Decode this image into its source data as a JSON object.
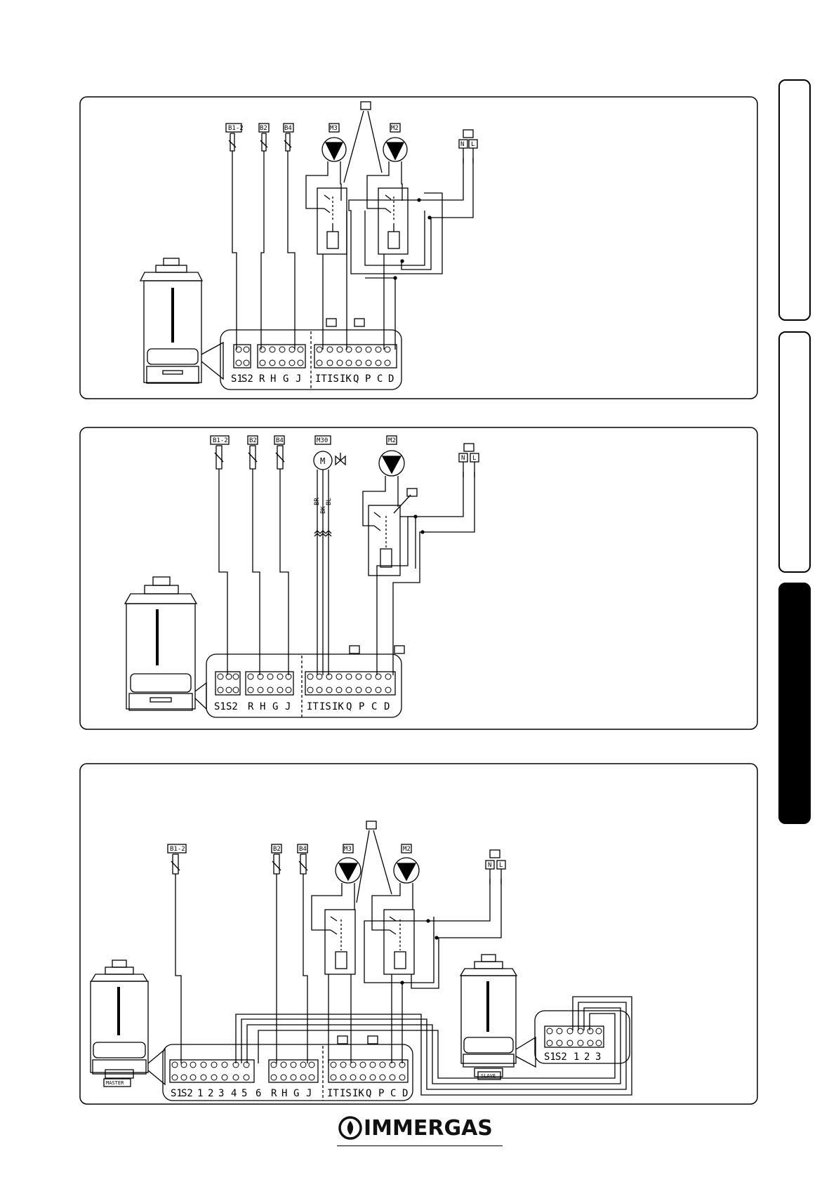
{
  "brand": {
    "name": "IMMERGAS"
  },
  "diagrams": [
    {
      "sensors": [
        "B1-2",
        "B2",
        "B4"
      ],
      "pumps": [
        "M3",
        "M2"
      ],
      "power": [
        "N",
        "L"
      ],
      "terminal_group_a": [
        "S1",
        "S2"
      ],
      "terminal_group_b": [
        "R",
        "H",
        "G",
        "J"
      ],
      "terminal_group_c": [
        "IT",
        "IS",
        "IK",
        "Q",
        "P",
        "C",
        "D"
      ]
    },
    {
      "sensors": [
        "B1-2",
        "B2",
        "B4"
      ],
      "valve_motor": "M30",
      "motor_symbol": "M",
      "wire_colors": [
        "BR",
        "BK",
        "BL"
      ],
      "pumps": [
        "M2"
      ],
      "power": [
        "N",
        "L"
      ],
      "terminal_group_a": [
        "S1",
        "S2"
      ],
      "terminal_group_b": [
        "R",
        "H",
        "G",
        "J"
      ],
      "terminal_group_c": [
        "IT",
        "IS",
        "IK",
        "Q",
        "P",
        "C",
        "D"
      ]
    },
    {
      "sensors": [
        "B1-2",
        "B2",
        "B4"
      ],
      "pumps": [
        "M3",
        "M2"
      ],
      "power": [
        "N",
        "L"
      ],
      "terminal_group_a": [
        "S1",
        "S2",
        "1",
        "2",
        "3",
        "4",
        "5",
        "6"
      ],
      "terminal_group_b": [
        "R",
        "H",
        "G",
        "J"
      ],
      "terminal_group_c": [
        "IT",
        "IS",
        "IK",
        "Q",
        "P",
        "C",
        "D"
      ],
      "master_label": "MASTER",
      "slave_label": "SLAVE",
      "slave_terminals": [
        "S1",
        "S2",
        "1",
        "2",
        "3"
      ]
    }
  ]
}
